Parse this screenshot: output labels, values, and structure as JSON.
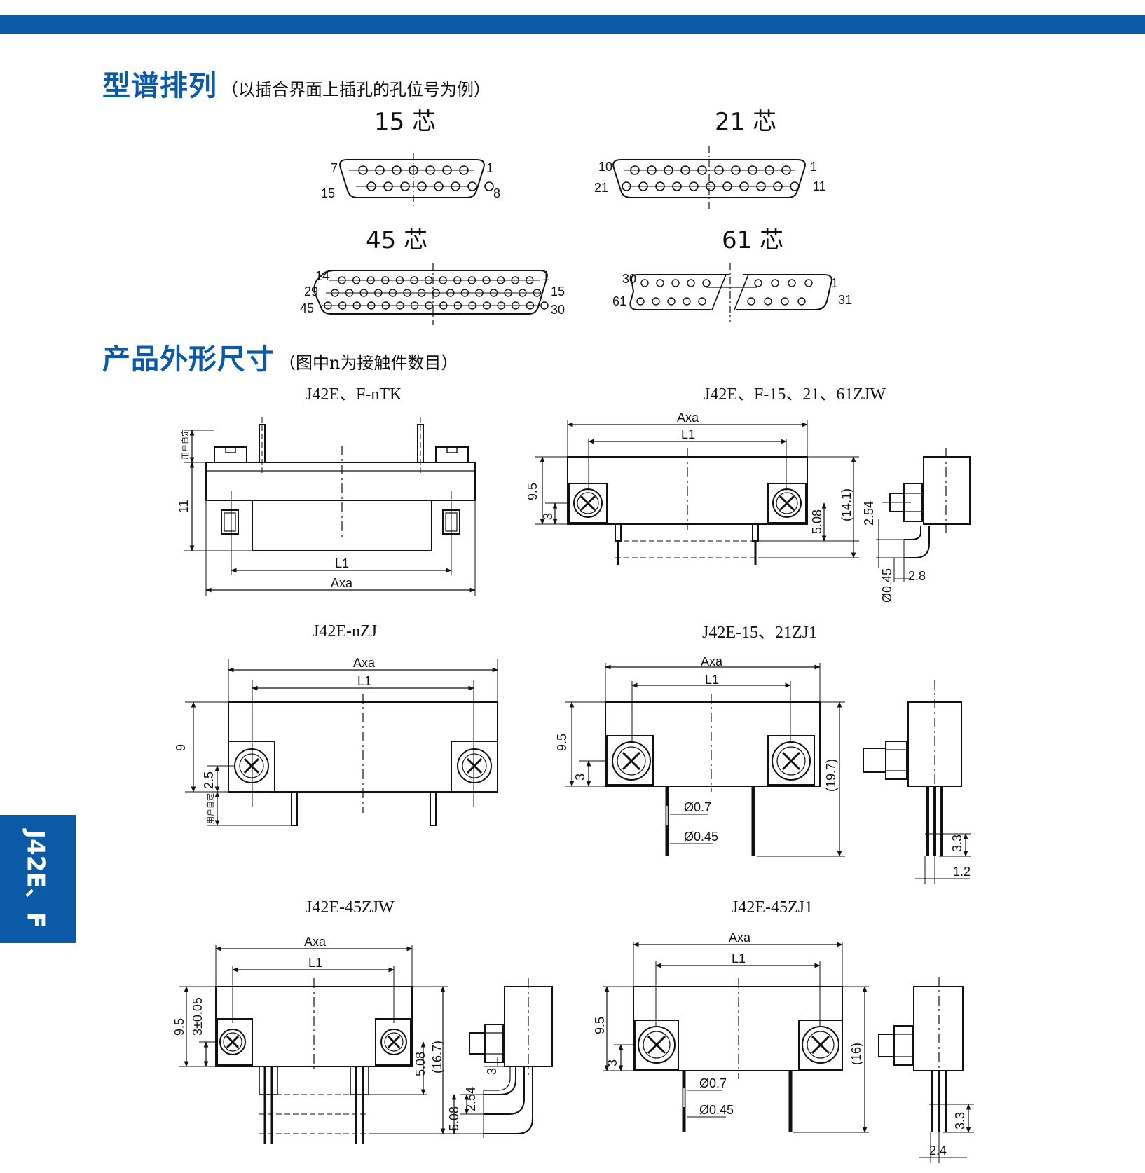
{
  "section1": {
    "title": "型谱排列",
    "subtitle": "（以插合界面上插孔的孔位号为例）"
  },
  "section2": {
    "title": "产品外形尺寸",
    "subtitle": "（图中n为接触件数目）"
  },
  "layouts": {
    "l15": {
      "label": "15 芯",
      "tl": "7",
      "tr": "1",
      "bl": "15",
      "br": "8"
    },
    "l21": {
      "label": "21 芯",
      "tl": "10",
      "tr": "1",
      "bl": "21",
      "br": "11"
    },
    "l45": {
      "label": "45 芯",
      "tl": "14",
      "tr": "1",
      "ml": "29",
      "mr": "15",
      "bl": "45",
      "br": "30"
    },
    "l61": {
      "label": "61 芯",
      "tl": "30",
      "tr": "1",
      "bl": "61",
      "br": "31"
    }
  },
  "drawings": {
    "ntk": {
      "caption": "J42E、F-nTK",
      "dim_a": "Axa",
      "dim_l1": "L1",
      "dim_h": "11",
      "note": "用户自定"
    },
    "zjw": {
      "caption": "J42E、F-15、21、61ZJW",
      "dim_a": "Axa",
      "dim_l1": "L1",
      "d95": "9.5",
      "d3": "3",
      "d508": "5.08",
      "d141": "(14.1)",
      "d254": "2.54",
      "d045": "Ø0.45",
      "d28": "2.8"
    },
    "nzj": {
      "caption": "J42E-nZJ",
      "dim_a": "Axa",
      "dim_l1": "L1",
      "d9": "9",
      "d25": "2.5",
      "note": "用户自定"
    },
    "zj1": {
      "caption": "J42E-15、21ZJ1",
      "dim_a": "Axa",
      "dim_l1": "L1",
      "d95": "9.5",
      "d3": "3",
      "d07": "Ø0.7",
      "d045": "Ø0.45",
      "d197": "(19.7)",
      "d33": "3.3",
      "d12": "1.2"
    },
    "zjw45": {
      "caption": "J42E-45ZJW",
      "dim_a": "Axa",
      "dim_l1": "L1",
      "d95": "9.5",
      "d3": "3±0.05",
      "d508": "5.08",
      "d167": "(16.7)",
      "d3b": "3",
      "d254": "2.54",
      "d508b": "5.08"
    },
    "zj145": {
      "caption": "J42E-45ZJ1",
      "dim_a": "Axa",
      "dim_l1": "L1",
      "d95": "9.5",
      "d3": "3",
      "d07": "Ø0.7",
      "d045": "Ø0.45",
      "d16": "(16)",
      "d33": "3.3",
      "d24": "2.4"
    }
  },
  "side_tab": "J42E、F",
  "colors": {
    "brand_blue": "#0a5aa8"
  }
}
